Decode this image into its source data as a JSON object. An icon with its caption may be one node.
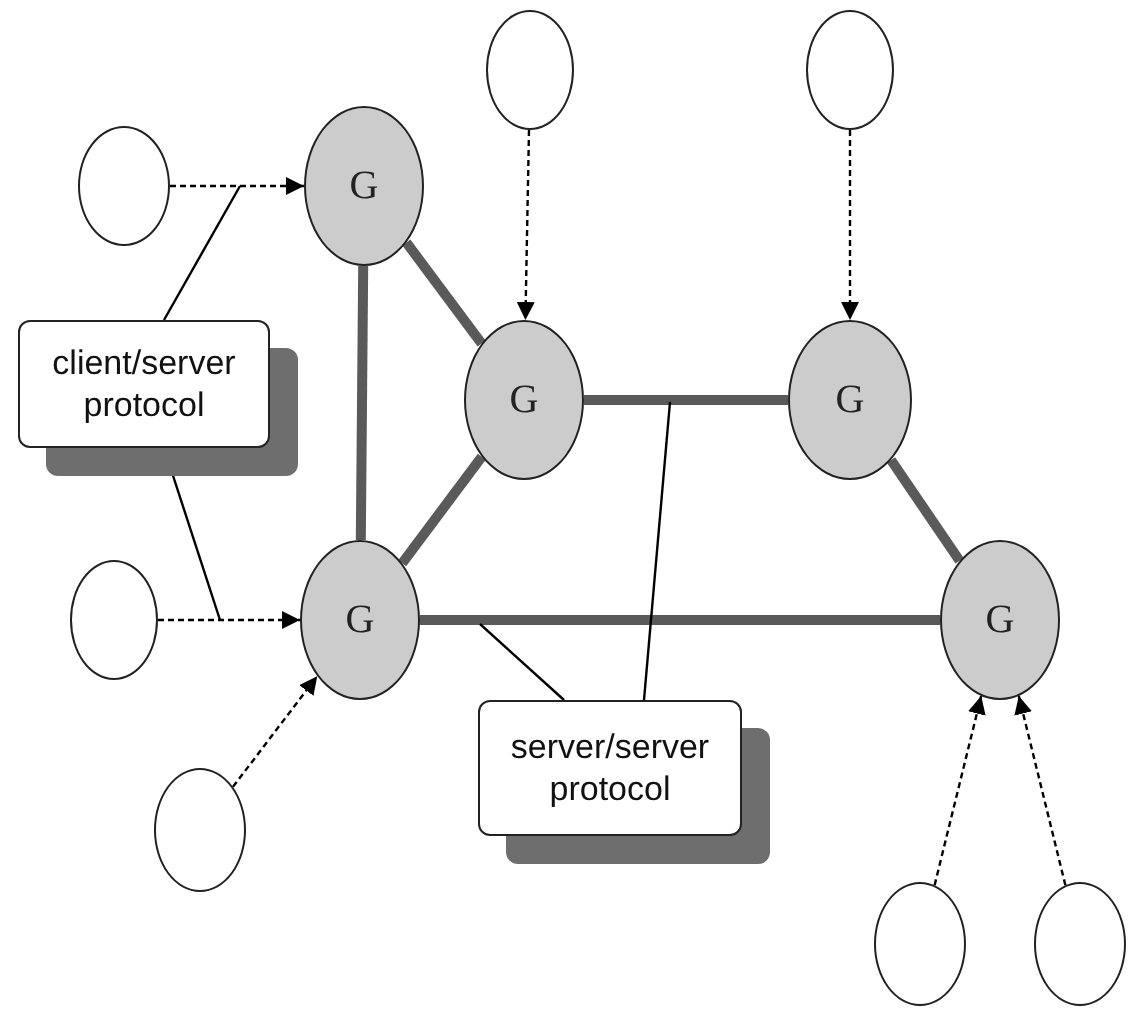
{
  "diagram": {
    "nodes": [
      {
        "text": [],
        "shape": "circle"
      },
      {
        "text": [],
        "shape": "circle"
      },
      {
        "text": [],
        "shape": "circle"
      },
      {
        "text": [
          "G"
        ]
      },
      {
        "text": [
          "client/server protocol"
        ]
      },
      {
        "text": [
          "G"
        ]
      },
      {
        "text": [
          "G"
        ]
      },
      {
        "text": [],
        "shape": "circle"
      },
      {
        "text": [
          "G"
        ]
      },
      {
        "text": [
          "G"
        ]
      },
      {
        "text": [
          "server/server protocol"
        ]
      },
      {
        "text": [],
        "shape": "circle"
      },
      {
        "text": [],
        "shape": "circle"
      },
      {
        "text": [],
        "shape": "circle"
      }
    ],
    "edges": [
      {
        "from": 2,
        "to": 3,
        "arrow": "to",
        "style": "dashed"
      },
      {
        "from": 0,
        "to": 5,
        "arrow": "to",
        "style": "dashed"
      },
      {
        "from": 1,
        "to": 6,
        "arrow": "to",
        "style": "dashed"
      },
      {
        "from": 7,
        "to": 8,
        "arrow": "to",
        "style": "dashed"
      },
      {
        "from": 11,
        "to": 8,
        "arrow": "to",
        "style": "dashed"
      },
      {
        "from": 12,
        "to": 9,
        "arrow": "to",
        "style": "dashed"
      },
      {
        "from": 13,
        "to": 9,
        "arrow": "to",
        "style": "dashed"
      },
      {
        "from": 3,
        "to": 5,
        "arrow": "none",
        "style": "thick"
      },
      {
        "from": 3,
        "to": 8,
        "arrow": "none",
        "style": "thick"
      },
      {
        "from": 5,
        "to": 8,
        "arrow": "none",
        "style": "thick"
      },
      {
        "from": 5,
        "to": 6,
        "arrow": "none",
        "style": "thick"
      },
      {
        "from": 6,
        "to": 9,
        "arrow": "none",
        "style": "thick"
      },
      {
        "from": 8,
        "to": 9,
        "arrow": "none",
        "style": "thick"
      },
      {
        "from": 4,
        "to": null,
        "arrow": "none"
      },
      {
        "from": 4,
        "to": null,
        "arrow": "none"
      },
      {
        "from": 10,
        "to": null,
        "arrow": "none"
      },
      {
        "from": 10,
        "to": null,
        "arrow": "none"
      }
    ]
  }
}
